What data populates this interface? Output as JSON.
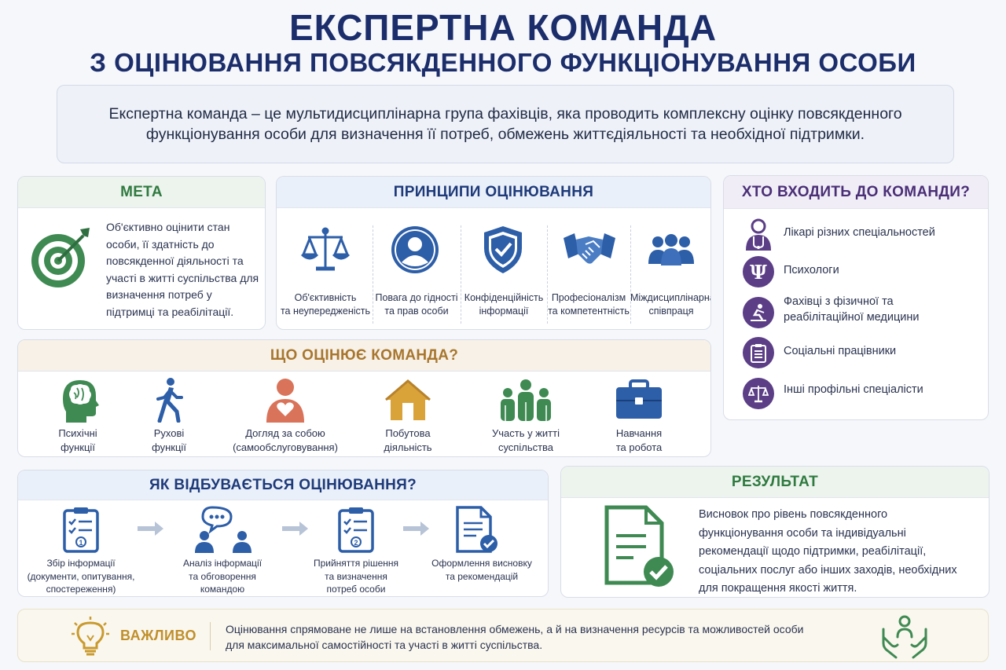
{
  "header": {
    "title_line1": "ЕКСПЕРТНА КОМАНДА",
    "title_line2": "З ОЦІНЮВАННЯ ПОВСЯКДЕННОГО ФУНКЦІОНУВАННЯ ОСОБИ",
    "intro": "Експертна команда – це мультидисциплінарна група фахівців, яка проводить комплексну оцінку повсякденного функціонування особи для визначення її потреб, обмежень життєдіяльності та необхідної підтримки."
  },
  "goal": {
    "title": "МЕТА",
    "text": "Об'єктивно оцінити стан особи, її здатність до повсякденної діяльності та участі в житті суспільства для визначення потреб у підтримці та реабілітації."
  },
  "principles": {
    "title": "ПРИНЦИПИ ОЦІНЮВАННЯ",
    "items": [
      {
        "icon": "scales-icon",
        "line1": "Об'єктивність",
        "line2": "та неупередженість"
      },
      {
        "icon": "person-icon",
        "line1": "Повага до гідності",
        "line2": "та прав особи"
      },
      {
        "icon": "shield-check-icon",
        "line1": "Конфіденційність",
        "line2": "інформації"
      },
      {
        "icon": "handshake-icon",
        "line1": "Професіоналізм",
        "line2": "та компетентність"
      },
      {
        "icon": "team-icon",
        "line1": "Міждисциплінарна",
        "line2": "співпраця"
      }
    ]
  },
  "members": {
    "title": "ХТО ВХОДИТЬ ДО КОМАНДИ?",
    "items": [
      {
        "icon": "doctor-icon",
        "line1": "Лікарі різних спеціальностей",
        "line2": ""
      },
      {
        "icon": "psi-icon",
        "line1": "Психологи",
        "line2": ""
      },
      {
        "icon": "rehab-icon",
        "line1": "Фахівці з фізичної та",
        "line2": "реабілітаційної медицини"
      },
      {
        "icon": "clipboard-icon",
        "line1": "Соціальні працівники",
        "line2": ""
      },
      {
        "icon": "scales-icon",
        "line1": "Інші профільні спеціалісти",
        "line2": ""
      }
    ]
  },
  "assess": {
    "title": "ЩО ОЦІНЮЄ КОМАНДА?",
    "items": [
      {
        "icon": "brain-head-icon",
        "line1": "Психічні",
        "line2": "функції"
      },
      {
        "icon": "walking-person-icon",
        "line1": "Рухові",
        "line2": "функції"
      },
      {
        "icon": "self-care-icon",
        "line1": "Догляд за собою",
        "line2": "(самообслуговування)"
      },
      {
        "icon": "house-icon",
        "line1": "Побутова",
        "line2": "діяльність"
      },
      {
        "icon": "community-icon",
        "line1": "Участь у житті",
        "line2": "суспільства"
      },
      {
        "icon": "briefcase-icon",
        "line1": "Навчання",
        "line2": "та робота"
      }
    ]
  },
  "process": {
    "title": "ЯК ВІДБУВАЄТЬСЯ ОЦІНЮВАННЯ?",
    "steps": [
      {
        "icon": "checklist-1-icon",
        "line1": "Збір інформації",
        "line2": "(документи, опитування,",
        "line3": "спостереження)"
      },
      {
        "icon": "discussion-icon",
        "line1": "Аналіз інформації",
        "line2": "та обговорення",
        "line3": "командою"
      },
      {
        "icon": "checklist-2-icon",
        "line1": "Прийняття рішення",
        "line2": "та визначення",
        "line3": "потреб особи"
      },
      {
        "icon": "document-check-icon",
        "line1": "Оформлення висновку",
        "line2": "та рекомендацій",
        "line3": ""
      }
    ]
  },
  "result": {
    "title": "РЕЗУЛЬТАТ",
    "text": "Висновок про рівень повсякденного функціонування особи та індивідуальні рекомендації щодо підтримки, реабілітації, соціальних послуг або інших заходів, необхідних для покращення якості життя."
  },
  "important": {
    "label": "ВАЖЛИВО",
    "line1": "Оцінювання спрямоване не лише на встановлення обмежень, а й на визначення ресурсів та можливостей особи",
    "line2": "для максимальної самостійності та участі в житті суспільства."
  },
  "colors": {
    "navy": "#1b2d6b",
    "green": "#2f7a3f",
    "blue_icon": "#2d5ea8",
    "purple": "#5b3e86",
    "gold": "#c99a2e",
    "coral": "#d9735a"
  }
}
